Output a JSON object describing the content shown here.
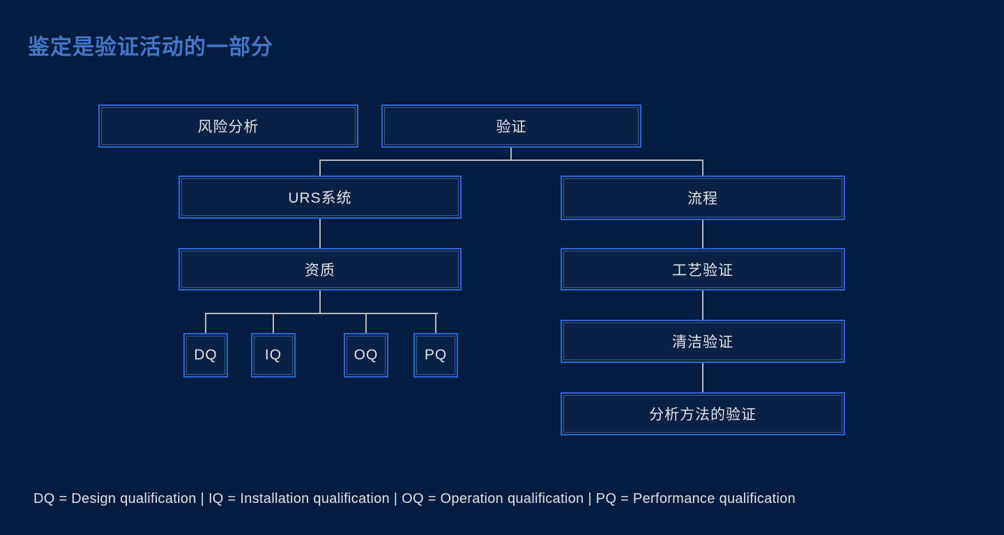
{
  "page": {
    "title": "鉴定是验证活动的一部分",
    "legend": "DQ = Design qualification | IQ = Installation qualification | OQ = Operation qualification | PQ = Performance qualification"
  },
  "colors": {
    "background": "#031c3f",
    "node_fill": "#092145",
    "node_border": "#2b67d3",
    "node_text": "#dfe3e7",
    "connector": "#b3bac2",
    "title_text": "#4577c6",
    "legend_text": "#dde2e7"
  },
  "diagram": {
    "nodes": {
      "risk_analysis": "风险分析",
      "validation": "验证",
      "urs_system": "URS系统",
      "process": "流程",
      "qualification": "资质",
      "process_validation": "工艺验证",
      "dq": "DQ",
      "iq": "IQ",
      "oq": "OQ",
      "pq": "PQ",
      "cleaning_validation": "清洁验证",
      "analytical_method_validation": "分析方法的验证"
    },
    "edges": [
      {
        "from": "validation",
        "to": "urs_system"
      },
      {
        "from": "validation",
        "to": "process"
      },
      {
        "from": "urs_system",
        "to": "qualification"
      },
      {
        "from": "qualification",
        "to": "dq"
      },
      {
        "from": "qualification",
        "to": "iq"
      },
      {
        "from": "qualification",
        "to": "oq"
      },
      {
        "from": "qualification",
        "to": "pq"
      },
      {
        "from": "process",
        "to": "process_validation"
      },
      {
        "from": "process_validation",
        "to": "cleaning_validation"
      },
      {
        "from": "cleaning_validation",
        "to": "analytical_method_validation"
      }
    ]
  }
}
